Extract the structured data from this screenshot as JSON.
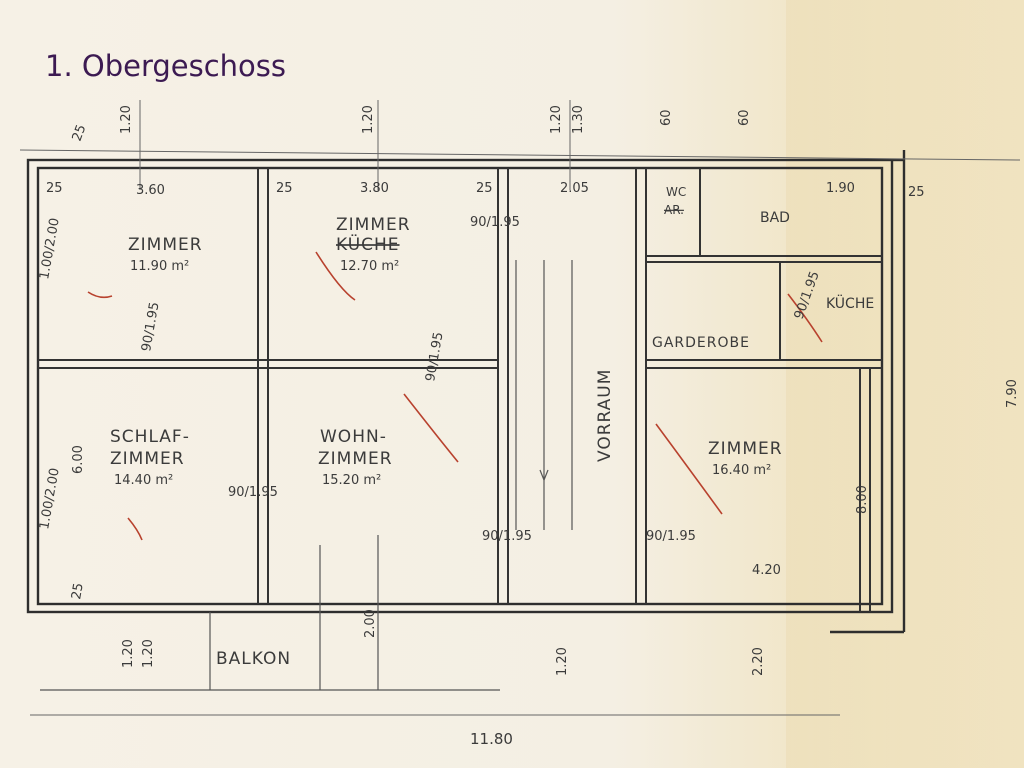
{
  "slide": {
    "title": "1. Obergeschoss"
  },
  "rooms": {
    "zimmer_1": {
      "name": "ZIMMER",
      "area": "11.90 m²"
    },
    "zimmer_2": {
      "name": "ZIMMER",
      "old_name": "KÜCHE",
      "area": "12.70 m²"
    },
    "schlafzimmer": {
      "line1": "SCHLAF-",
      "line2": "ZIMMER",
      "area": "14.40 m²"
    },
    "wohnzimmer": {
      "line1": "WOHN-",
      "line2": "ZIMMER",
      "area": "15.20 m²"
    },
    "vorraum": {
      "name": "VORRAUM"
    },
    "garderobe": {
      "name": "GARDEROBE"
    },
    "zimmer_3": {
      "name": "ZIMMER",
      "area": "16.40 m²"
    },
    "kueche": {
      "name": "KÜCHE"
    },
    "wc": {
      "label": "WC",
      "old_label": "AR."
    },
    "bad": {
      "label": "BAD"
    },
    "balkon": {
      "name": "BALKON"
    }
  },
  "dimensions": {
    "top_25_left": "25",
    "top_120_a": "1.20",
    "top_120_b": "1.20",
    "top_120_c": "1.20",
    "top_130": "1.30",
    "top_60_a": "60",
    "top_60_b": "60",
    "w_25_a": "25",
    "w_360": "3.60",
    "w_25_b": "25",
    "w_380": "3.80",
    "w_25_c": "25",
    "w_205": "2.05",
    "w_190": "1.90",
    "w_25_d": "25",
    "door_90_195_a": "90/1.95",
    "door_90_195_b": "90/1.95",
    "door_90_195_c": "90/1.95",
    "door_90_195_d": "90/1.95",
    "door_90_195_e": "90/1.95",
    "door_90_195_f": "90/1.95",
    "door_90_195_g": "90/1.95",
    "left_100_200_a": "1.00/2.00",
    "left_100_200_b": "1.00/2.00",
    "h_600": "6.00",
    "h_800": "8.00",
    "h_790": "7.90",
    "bot_25": "25",
    "bot_120_a": "1.20",
    "bot_120_b": "1.20",
    "bot_200": "2.00",
    "bot_120_c": "1.20",
    "bot_220": "2.20",
    "bot_420": "4.20",
    "total": "11.80"
  }
}
